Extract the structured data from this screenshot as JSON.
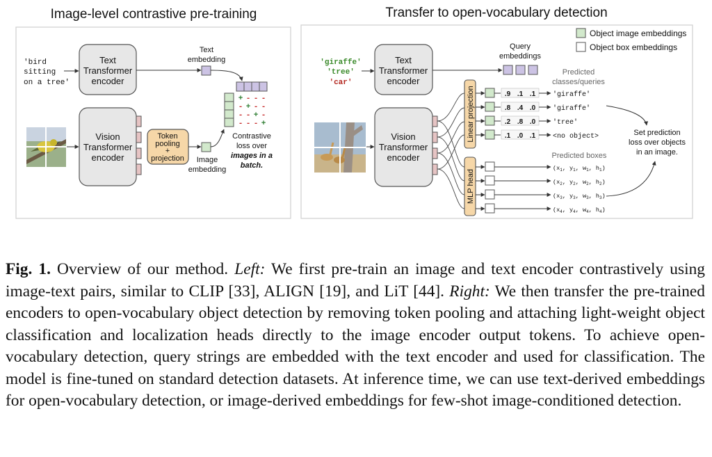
{
  "left_panel": {
    "title": "Image-level contrastive pre-training",
    "input_text_lines": [
      "'bird",
      "sitting",
      "on a tree'"
    ],
    "text_encoder_lines": [
      "Text",
      "Transformer",
      "encoder"
    ],
    "text_embedding_lines": [
      "Text",
      "embedding"
    ],
    "vision_encoder_lines": [
      "Vision",
      "Transformer",
      "encoder"
    ],
    "pooling_lines": [
      "Token",
      "pooling",
      "+",
      "projection"
    ],
    "image_embedding_lines": [
      "Image",
      "embedding"
    ],
    "loss_lines": [
      "Contrastive",
      "loss over",
      "images in a",
      "batch."
    ],
    "matrix_rows": [
      "+ - - -",
      "- + - -",
      "- - + -",
      "- - - +"
    ]
  },
  "right_panel": {
    "title": "Transfer to open-vocabulary detection",
    "legend": [
      "Object image embeddings",
      "Object box embeddings"
    ],
    "queries": [
      "'giraffe'",
      "'tree'",
      "'car'"
    ],
    "text_encoder_lines": [
      "Text",
      "Transformer",
      "encoder"
    ],
    "query_embeddings_lines": [
      "Query",
      "embeddings"
    ],
    "predicted_classes_lines": [
      "Predicted",
      "classes/queries"
    ],
    "linear_projection": "Linear projection",
    "mlp_head": "MLP head",
    "vision_encoder_lines": [
      "Vision",
      "Transformer",
      "encoder"
    ],
    "class_rows": [
      {
        "scores": [
          ".9",
          ".1",
          ".1"
        ],
        "label": "'giraffe'"
      },
      {
        "scores": [
          ".8",
          ".4",
          ".0"
        ],
        "label": "'giraffe'"
      },
      {
        "scores": [
          ".2",
          ".8",
          ".0"
        ],
        "label": "'tree'"
      },
      {
        "scores": [
          ".1",
          ".0",
          ".1"
        ],
        "label": "<no object>"
      }
    ],
    "set_loss_lines": [
      "Set prediction",
      "loss over objects",
      "in an image."
    ],
    "predicted_boxes_title": "Predicted boxes",
    "boxes": [
      [
        "x",
        "y",
        "w",
        "h",
        "1"
      ],
      [
        "x",
        "y",
        "w",
        "h",
        "2"
      ],
      [
        "x",
        "y",
        "w",
        "h",
        "3"
      ],
      [
        "x",
        "y",
        "w",
        "h",
        "4"
      ]
    ]
  },
  "colors": {
    "encoder_fill": "#e7e7e7",
    "embedding_purple": "#ccc3e4",
    "object_green": "#d2e9cc",
    "pooling_orange": "#f6d7a8",
    "token_pink": "#e6c4c4",
    "query_green": "#3a8a2a",
    "query_red": "#b3261e"
  },
  "caption": {
    "label": "Fig. 1.",
    "s1": "Overview of our method.",
    "left_label": "Left:",
    "s2": "We first pre-train an image and text encoder contrastively using image-text pairs, similar to CLIP [33], ALIGN [19], and LiT [44].",
    "right_label": "Right:",
    "s3": "We then transfer the pre-trained encoders to open-vocabulary object detection by removing token pooling and attaching light-weight object classification and localization heads directly to the image encoder output tokens. To achieve open-vocabulary detection, query strings are embedded with the text encoder and used for classification. The model is fine-tuned on standard detection datasets. At inference time, we can use text-derived embeddings for open-vocabulary detection, or image-derived embeddings for few-shot image-conditioned detection."
  }
}
